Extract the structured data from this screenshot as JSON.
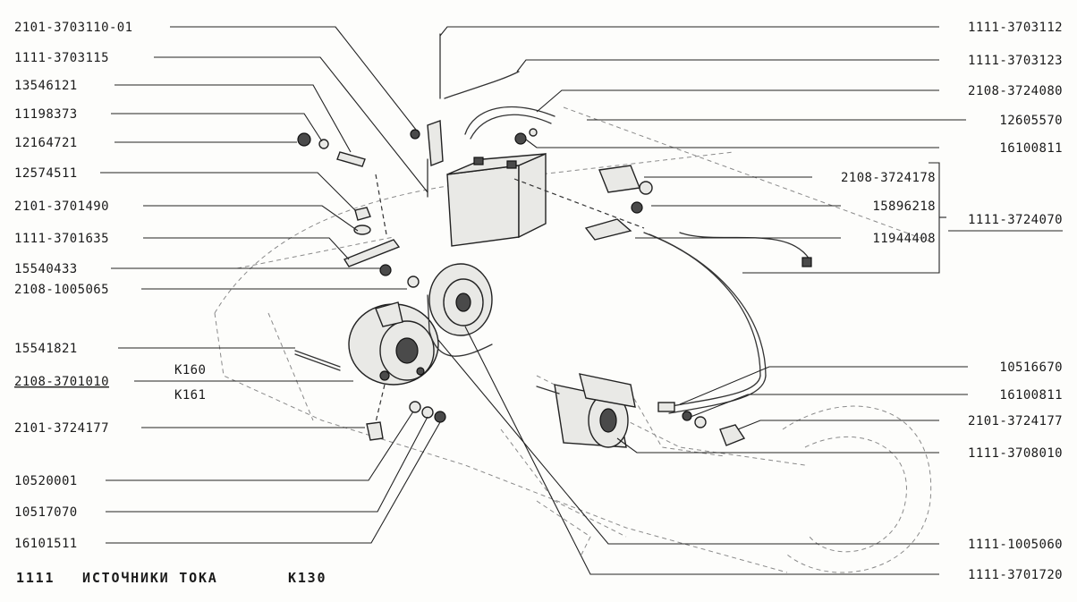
{
  "left_labels": [
    "2101-3703110-01",
    "1111-3703115",
    "13546121",
    "11198373",
    "12164721",
    "12574511",
    "2101-3701490",
    "1111-3701635",
    "15540433",
    "2108-1005065",
    "15541821",
    "2108-3701010",
    "2101-3724177",
    "10520001",
    "10517070",
    "16101511"
  ],
  "right_labels": [
    "1111-3703112",
    "1111-3703123",
    "2108-3724080",
    "12605570",
    "16100811",
    "10516670",
    "16100811",
    "2101-3724177",
    "1111-3708010",
    "1111-1005060",
    "1111-3701720"
  ],
  "inner_labels": [
    "2108-3724178",
    "15896218",
    "11944408"
  ],
  "assembly_label": "1111-3724070",
  "variant_labels": [
    "K160",
    "K161"
  ],
  "footer": {
    "model": "1111",
    "section": "ИСТОЧНИКИ ТОКА",
    "code": "K130"
  }
}
